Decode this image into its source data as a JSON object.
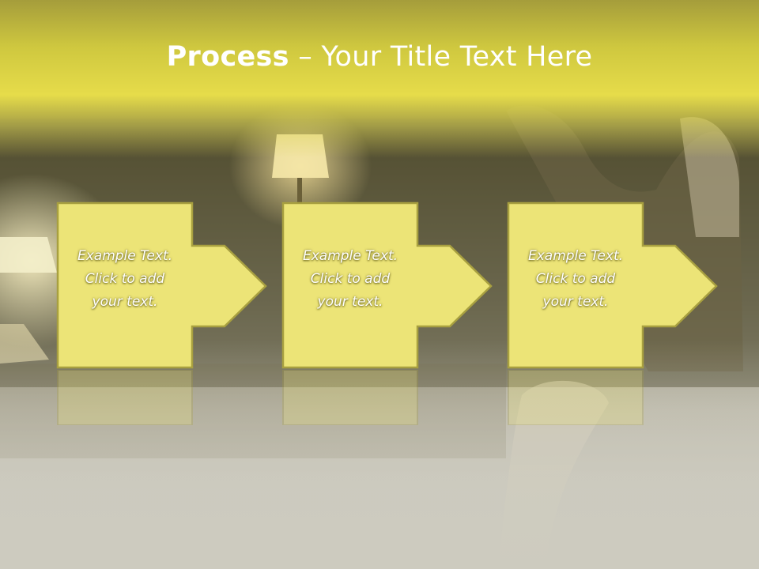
{
  "slide": {
    "title_bold": "Process",
    "title_dash": "–",
    "title_rest": "Your Title Text Here"
  },
  "steps": [
    {
      "text": "Example Text.\nClick  to add\nyour text."
    },
    {
      "text": "Example Text.\nClick  to add\nyour text."
    },
    {
      "text": "Example Text.\nClick  to add\nyour text."
    }
  ],
  "colors": {
    "header": "#e6dc4a",
    "box_fill": "#ece477",
    "box_stroke": "#a8a040",
    "text": "#ffffff"
  }
}
